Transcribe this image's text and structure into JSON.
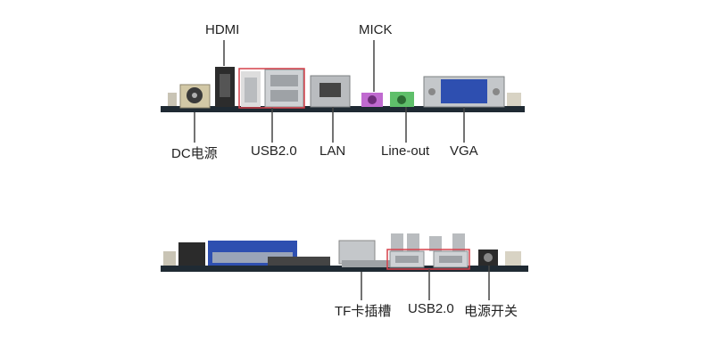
{
  "top_board": {
    "labels": {
      "hdmi": "HDMI",
      "mick": "MICK",
      "dc_power": "DC电源",
      "usb": "USB2.0",
      "lan": "LAN",
      "line_out": "Line-out",
      "vga": "VGA"
    }
  },
  "bottom_board": {
    "labels": {
      "tf_slot": "TF卡插槽",
      "usb": "USB2.0",
      "power_switch": "电源开关"
    }
  },
  "colors": {
    "pcb": "#1f2a33",
    "highlight_box": "#d6404a",
    "leader_line": "#444444",
    "vga_blue": "#2e4fb0",
    "mic_pink": "#c06ad0",
    "lineout_green": "#5fbf6a",
    "metal": "#b9bcbf"
  }
}
